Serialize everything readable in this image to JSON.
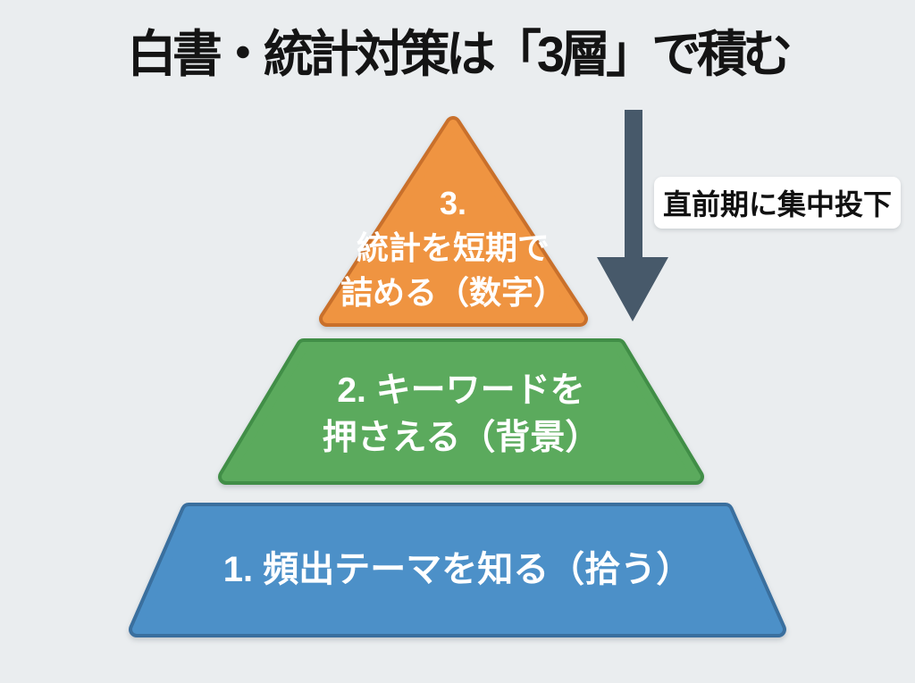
{
  "title": "白書・統計対策は「3層」で積む",
  "annotation": {
    "label": "直前期に集中投下"
  },
  "pyramid": {
    "layers": [
      {
        "name": "layer-3-top",
        "lines": {
          "l1": "3.",
          "l2": "統計を短期で",
          "l3": "詰める（数字）"
        },
        "fill": "#EF9441",
        "border": "#C9702B"
      },
      {
        "name": "layer-2-middle",
        "lines": {
          "l1": "2. キーワードを",
          "l2": "押さえる（背景）"
        },
        "fill": "#5BAA5D",
        "border": "#418E47"
      },
      {
        "name": "layer-1-bottom",
        "lines": {
          "l1": "1. 頻出テーマを知る（拾う）"
        },
        "fill": "#4C90C8",
        "border": "#3A6F9E"
      }
    ]
  },
  "arrow": {
    "direction": "down",
    "color": "#47596A"
  },
  "colors": {
    "background": "#EAEDEF",
    "title_text": "#141414",
    "label_bg": "#FFFFFF",
    "label_text": "#111111",
    "layer_text": "#FFFFFF"
  }
}
